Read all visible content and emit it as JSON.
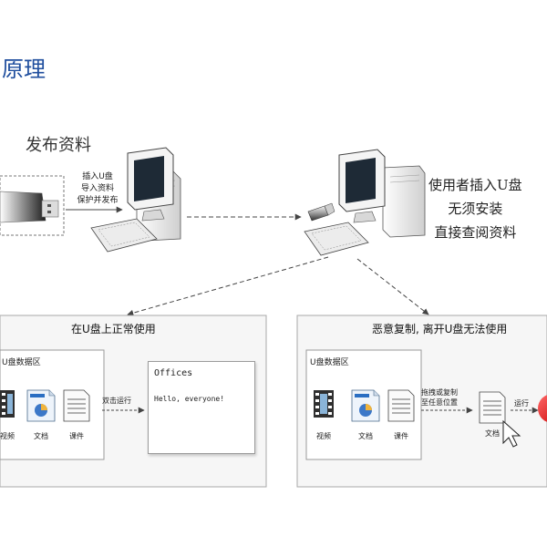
{
  "title": "原理",
  "publish": {
    "label": "发布资料",
    "steps": [
      "插入U盘",
      "导入资料",
      "保护并发布"
    ]
  },
  "user_note": [
    "使用者插入U盘",
    "无须安装",
    "直接查阅资料"
  ],
  "left_panel": {
    "title": "在U盘上正常使用",
    "zone_title": "U盘数据区",
    "items": [
      "视频",
      "文档",
      "课件"
    ],
    "action": "双击运行",
    "offices": {
      "title": "Offices",
      "content": "Hello, everyone!"
    }
  },
  "right_panel": {
    "title": "恶意复制, 离开U盘无法使用",
    "zone_title": "U盘数据区",
    "items": [
      "视频",
      "文档",
      "课件"
    ],
    "drag_action": [
      "拖拽或复制",
      "至任意位置"
    ],
    "copied_item": "文档",
    "run_action": "运行"
  },
  "colors": {
    "title": "#1f4e9e",
    "error": "#e81818"
  }
}
